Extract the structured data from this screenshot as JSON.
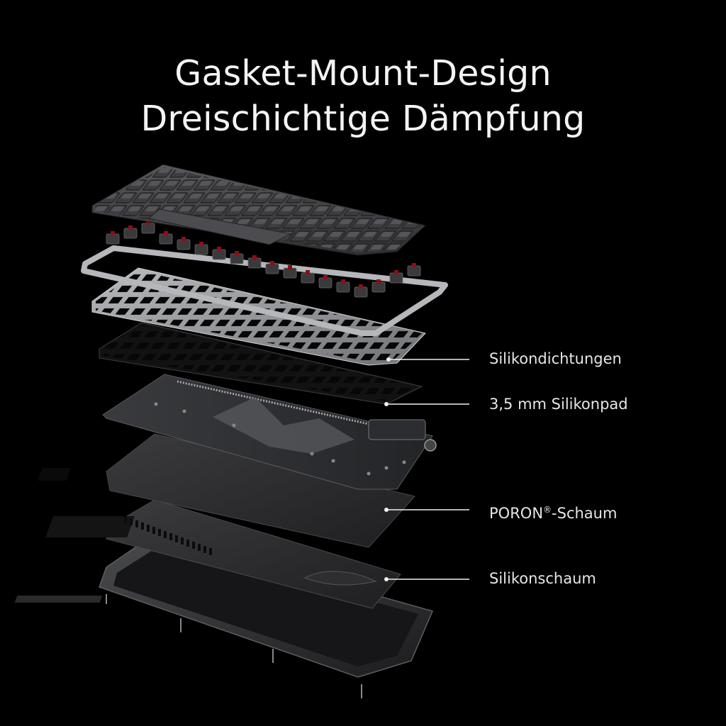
{
  "title": {
    "line1": "Gasket-Mount-Design",
    "line2": "Dreischichtige Dämpfung"
  },
  "callouts": [
    {
      "name": "silikondichtungen",
      "label": "Silikondichtungen"
    },
    {
      "name": "silikonpad",
      "label": "3,5 mm Silikonpad"
    },
    {
      "name": "poron-schaum",
      "label_main": "PORON",
      "label_mark": "®",
      "label_suffix": "-Schaum"
    },
    {
      "name": "silikonschaum",
      "label": "Silikonschaum"
    }
  ],
  "colors": {
    "background": "#000000",
    "text": "#f4f4f4",
    "switch_stem": "#8c0f14"
  }
}
